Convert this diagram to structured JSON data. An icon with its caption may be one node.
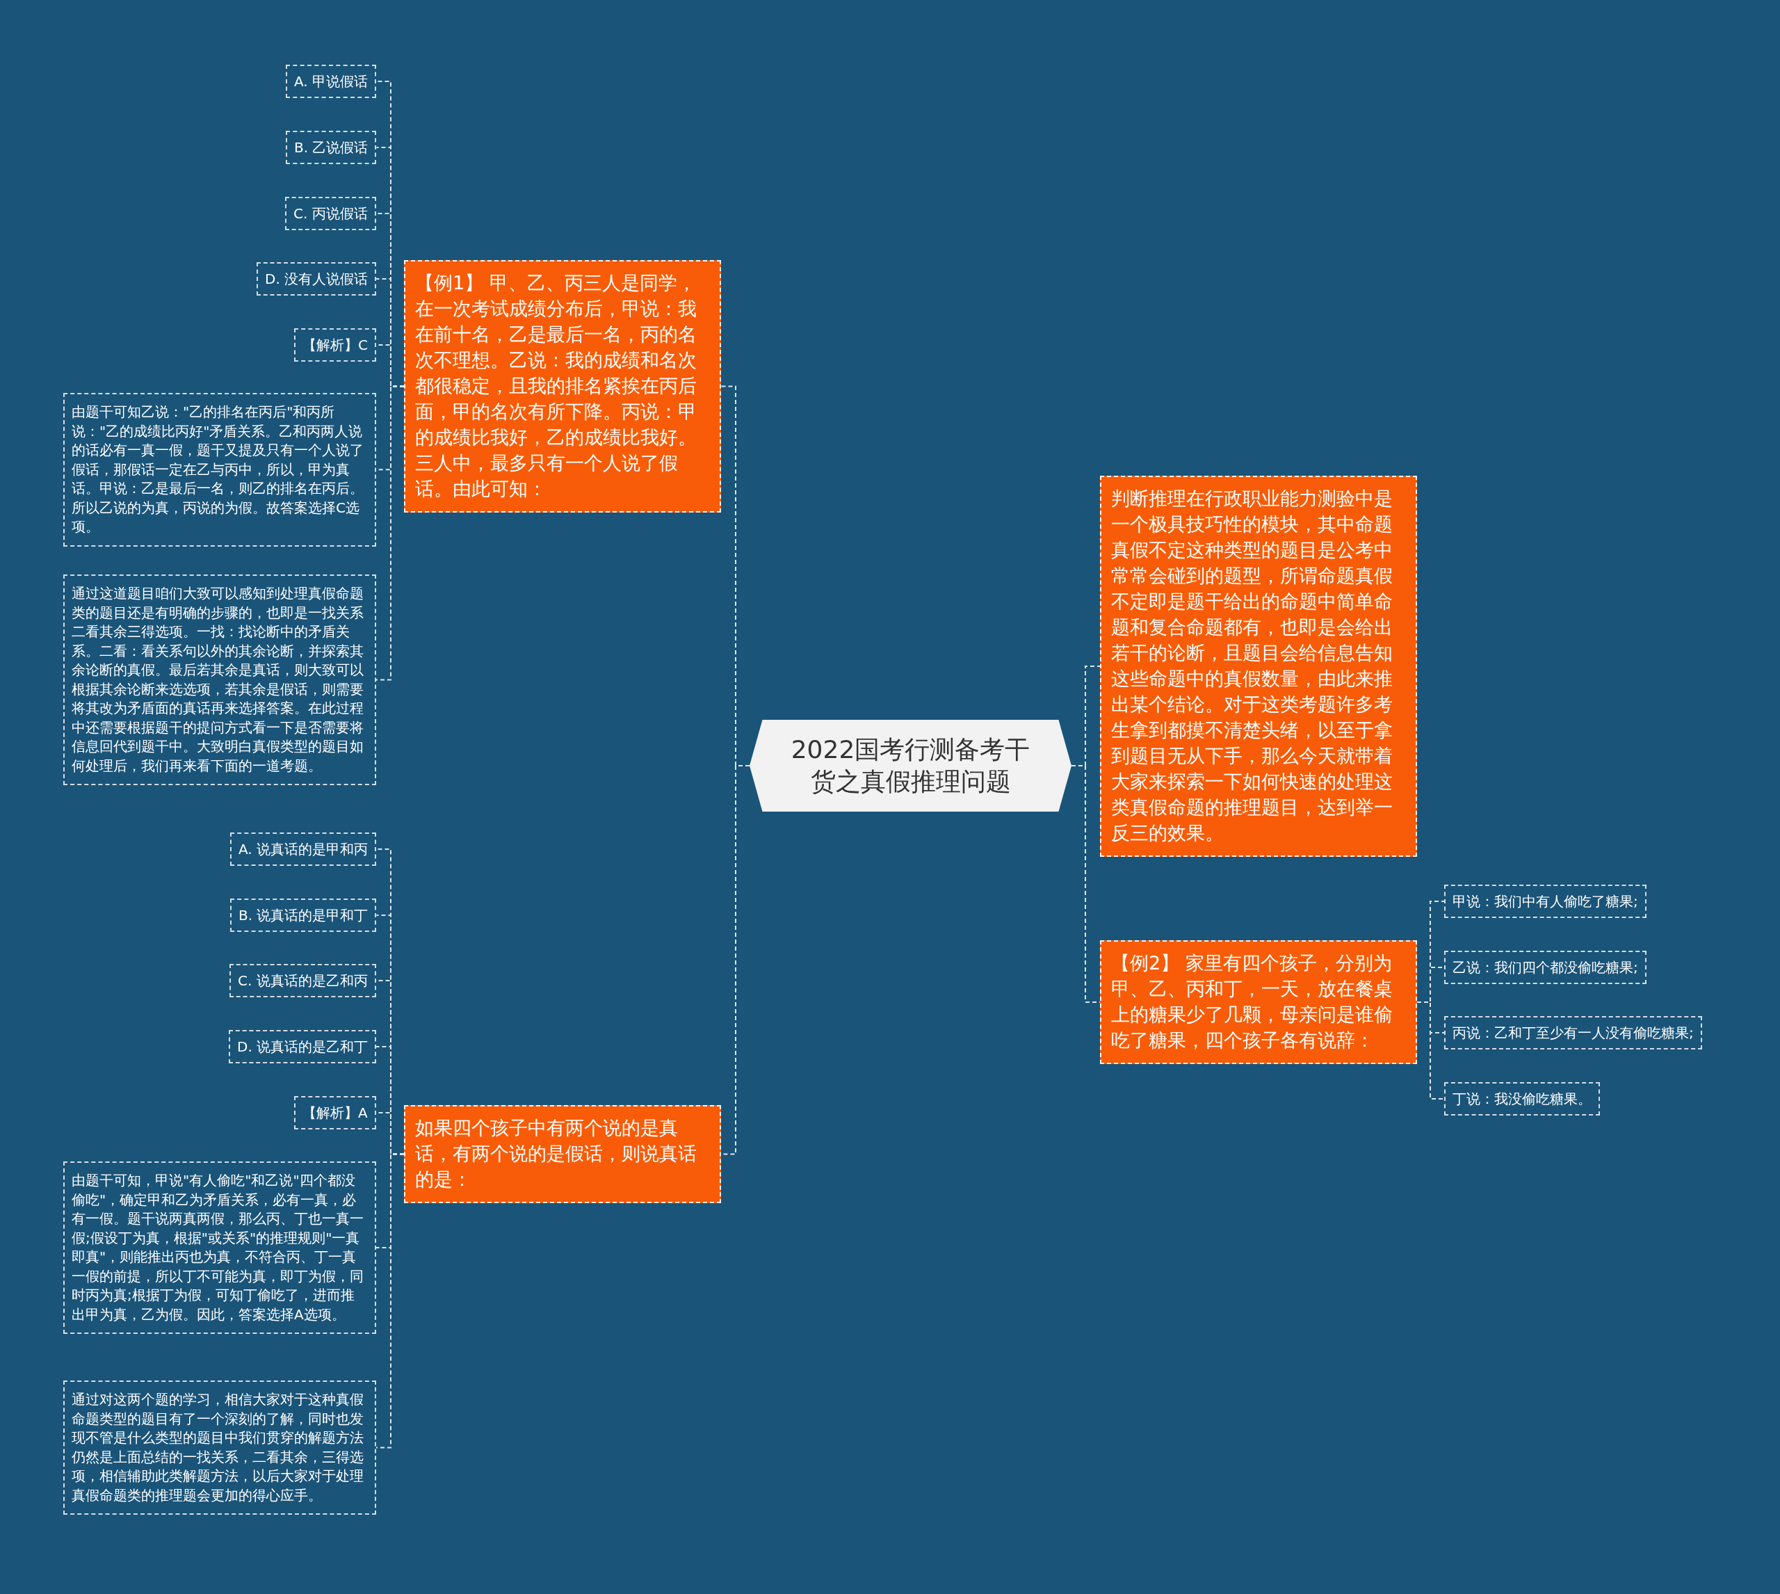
{
  "diagram": {
    "nodes": [
      {
        "text": [
          "2022国考行测备考干货之真假推理问题"
        ]
      },
      {
        "text": [
          "【例1】 甲、乙、丙三人是同学，在一次考试成绩分布后，甲说：我在前十名，乙是最后一名，丙的名次不理想。乙说：我的成绩和名次都很稳定，且我的排名紧挨在丙后面，甲的名次有所下降。丙说：甲的成绩比我好，乙的成绩比我好。三人中，最多只有一个人说了假话。由此可知："
        ]
      },
      {
        "text": [
          "A. 甲说假话"
        ]
      },
      {
        "text": [
          "B. 乙说假话"
        ]
      },
      {
        "text": [
          "C. 丙说假话"
        ]
      },
      {
        "text": [
          "D. 没有人说假话"
        ]
      },
      {
        "text": [
          "【解析】C"
        ]
      },
      {
        "text": [
          "由题干可知乙说：\"乙的排名在丙后\"和丙所说：\"乙的成绩比丙好\"矛盾关系。乙和丙两人说的话必有一真一假，题干又提及只有一个人说了假话，那假话一定在乙与丙中，所以，甲为真话。甲说：乙是最后一名，则乙的排名在丙后。所以乙说的为真，丙说的为假。故答案选择C选项。"
        ]
      },
      {
        "text": [
          "通过这道题目咱们大致可以感知到处理真假命题类的题目还是有明确的步骤的，也即是一找关系二看其余三得选项。一找：找论断中的矛盾关系。二看：看关系句以外的其余论断，并探索其余论断的真假。最后若其余是真话，则大致可以根据其余论断来选选项，若其余是假话，则需要将其改为矛盾面的真话再来选择答案。在此过程中还需要根据题干的提问方式看一下是否需要将信息回代到题干中。大致明白真假类型的题目如何处理后，我们再来看下面的一道考题。"
        ]
      },
      {
        "text": [
          "如果四个孩子中有两个说的是真话，有两个说的是假话，则说真话的是："
        ]
      },
      {
        "text": [
          "A. 说真话的是甲和丙"
        ]
      },
      {
        "text": [
          "B. 说真话的是甲和丁"
        ]
      },
      {
        "text": [
          "C. 说真话的是乙和丙"
        ]
      },
      {
        "text": [
          "D. 说真话的是乙和丁"
        ]
      },
      {
        "text": [
          "【解析】A"
        ]
      },
      {
        "text": [
          "由题干可知，甲说\"有人偷吃\"和乙说\"四个都没偷吃\"，确定甲和乙为矛盾关系，必有一真，必有一假。题干说两真两假，那么丙、丁也一真一假;假设丁为真，根据\"或关系\"的推理规则\"一真即真\"，则能推出丙也为真，不符合丙、丁一真一假的前提，所以丁不可能为真，即丁为假，同时丙为真;根据丁为假，可知丁偷吃了，进而推出甲为真，乙为假。因此，答案选择A选项。"
        ]
      },
      {
        "text": [
          "通过对这两个题的学习，相信大家对于这种真假命题类型的题目有了一个深刻的了解，同时也发现不管是什么类型的题目中我们贯穿的解题方法仍然是上面总结的一找关系，二看其余，三得选项，相信辅助此类解题方法，以后大家对于处理真假命题类的推理题会更加的得心应手。"
        ]
      },
      {
        "text": [
          "判断推理在行政职业能力测验中是一个极具技巧性的模块，其中命题真假不定这种类型的题目是公考中常常会碰到的题型，所谓命题真假不定即是题干给出的命题中简单命题和复合命题都有，也即是会给出若干的论断，且题目会给信息告知这些命题中的真假数量，由此来推出某个结论。对于这类考题许多考生拿到都摸不清楚头绪，以至于拿到题目无从下手，那么今天就带着大家来探索一下如何快速的处理这类真假命题的推理题目，达到举一反三的效果。"
        ]
      },
      {
        "text": [
          "【例2】 家里有四个孩子，分别为甲、乙、丙和丁，一天，放在餐桌上的糖果少了几颗，母亲问是谁偷吃了糖果，四个孩子各有说辞："
        ]
      },
      {
        "text": [
          "甲说：我们中有人偷吃了糖果;"
        ]
      },
      {
        "text": [
          "乙说：我们四个都没偷吃糖果;"
        ]
      },
      {
        "text": [
          "丙说：乙和丁至少有一人没有偷吃糖果;"
        ]
      },
      {
        "text": [
          "丁说：我没偷吃糖果。"
        ]
      }
    ],
    "edges": [
      {
        "from": 0,
        "to": 1,
        "arrow": "none"
      },
      {
        "from": 0,
        "to": 9,
        "arrow": "none"
      },
      {
        "from": 0,
        "to": 17,
        "arrow": "none"
      },
      {
        "from": 0,
        "to": 18,
        "arrow": "none"
      },
      {
        "from": 1,
        "to": 2,
        "arrow": "none"
      },
      {
        "from": 1,
        "to": 3,
        "arrow": "none"
      },
      {
        "from": 1,
        "to": 4,
        "arrow": "none"
      },
      {
        "from": 1,
        "to": 5,
        "arrow": "none"
      },
      {
        "from": 1,
        "to": 6,
        "arrow": "none"
      },
      {
        "from": 1,
        "to": 7,
        "arrow": "none"
      },
      {
        "from": 1,
        "to": 8,
        "arrow": "none"
      },
      {
        "from": 9,
        "to": 10,
        "arrow": "none"
      },
      {
        "from": 9,
        "to": 11,
        "arrow": "none"
      },
      {
        "from": 9,
        "to": 12,
        "arrow": "none"
      },
      {
        "from": 9,
        "to": 13,
        "arrow": "none"
      },
      {
        "from": 9,
        "to": 14,
        "arrow": "none"
      },
      {
        "from": 9,
        "to": 15,
        "arrow": "none"
      },
      {
        "from": 9,
        "to": 16,
        "arrow": "none"
      },
      {
        "from": 18,
        "to": 19,
        "arrow": "none"
      },
      {
        "from": 18,
        "to": 20,
        "arrow": "none"
      },
      {
        "from": 18,
        "to": 21,
        "arrow": "none"
      },
      {
        "from": 18,
        "to": 22,
        "arrow": "none"
      }
    ]
  }
}
